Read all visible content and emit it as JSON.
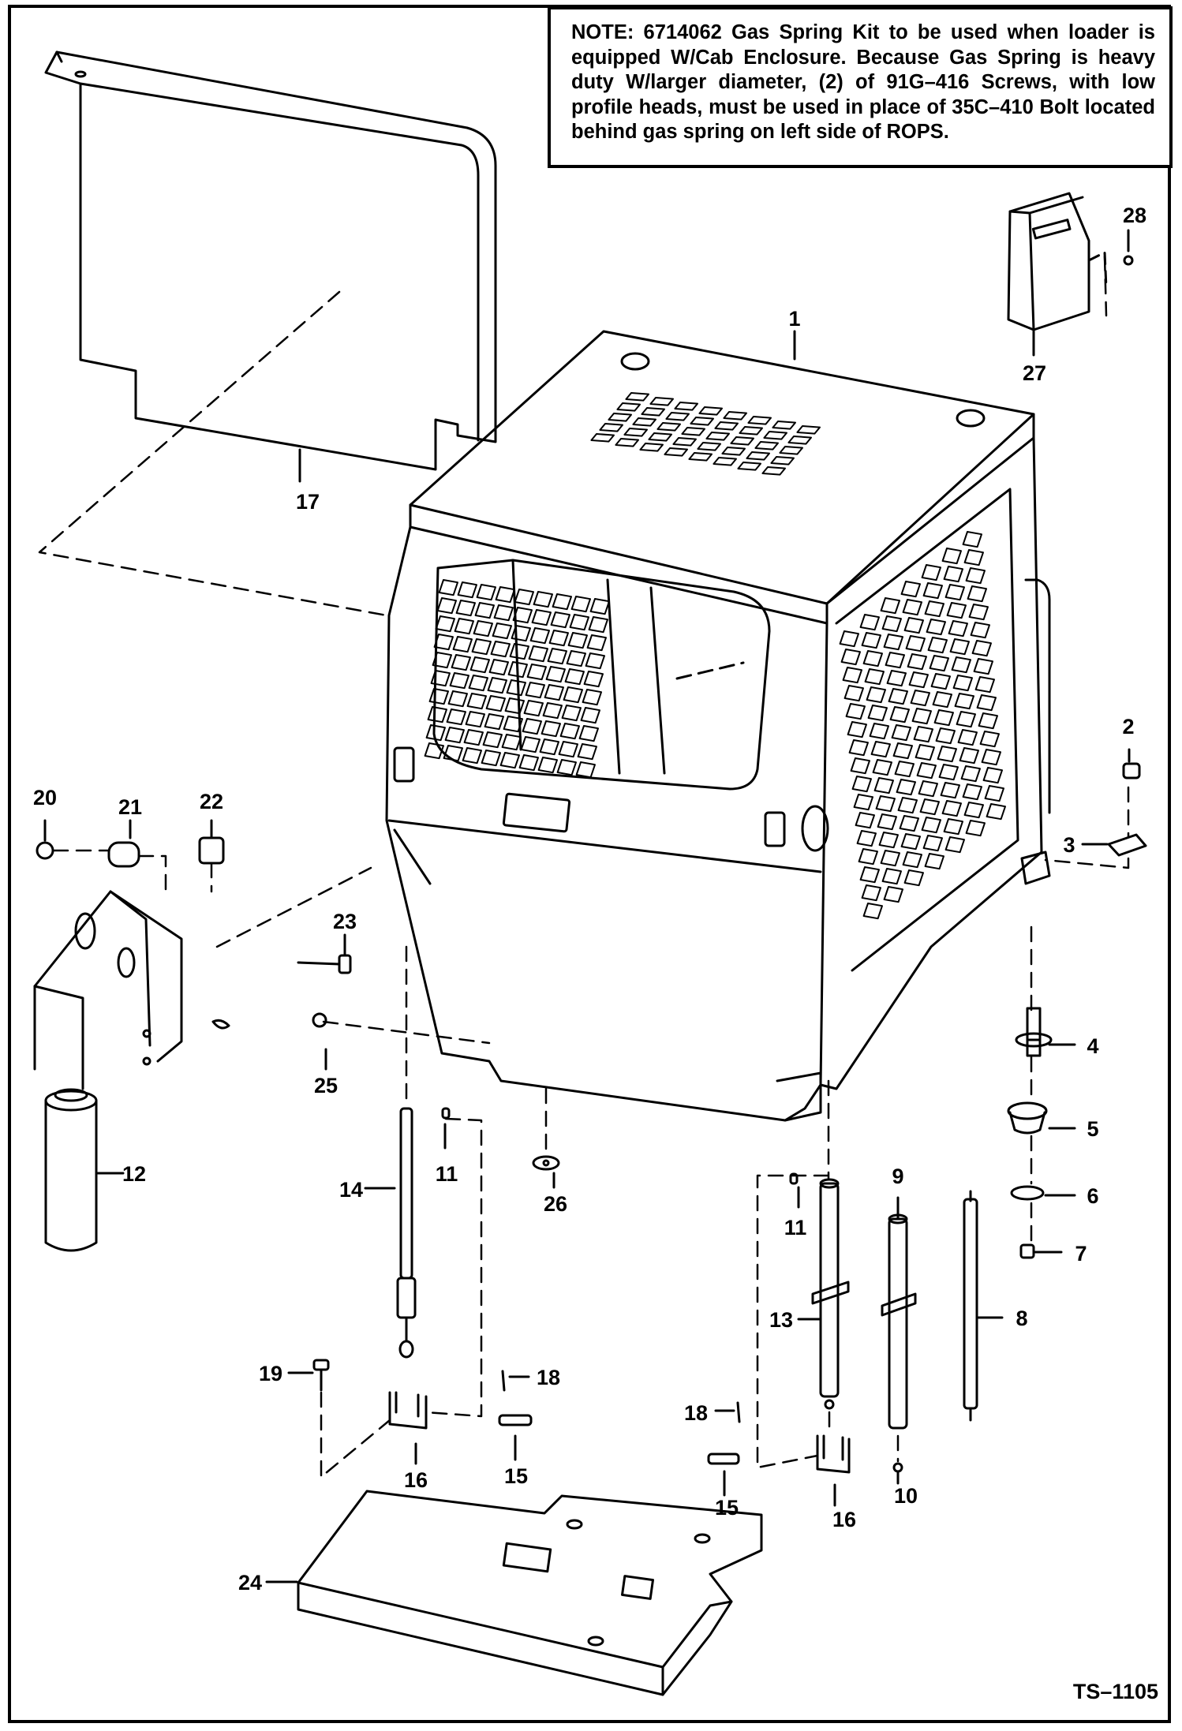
{
  "note": {
    "label": "NOTE:",
    "text": " 6714062 Gas Spring Kit to be used when loader is equipped W/Cab Enclosure. Because Gas Spring is heavy duty W/larger diameter, (2) of 91G–416 Screws, with low profile heads, must be used in place of 35C–410 Bolt located behind gas spring on left side of ROPS."
  },
  "drawing_id": "TS–1105",
  "callouts": [
    {
      "id": "c1",
      "label": "1"
    },
    {
      "id": "c2",
      "label": "2"
    },
    {
      "id": "c3",
      "label": "3"
    },
    {
      "id": "c4",
      "label": "4"
    },
    {
      "id": "c5",
      "label": "5"
    },
    {
      "id": "c6",
      "label": "6"
    },
    {
      "id": "c7",
      "label": "7"
    },
    {
      "id": "c8",
      "label": "8"
    },
    {
      "id": "c9",
      "label": "9"
    },
    {
      "id": "c10",
      "label": "10"
    },
    {
      "id": "c11a",
      "label": "11"
    },
    {
      "id": "c11b",
      "label": "11"
    },
    {
      "id": "c12",
      "label": "12"
    },
    {
      "id": "c13",
      "label": "13"
    },
    {
      "id": "c14",
      "label": "14"
    },
    {
      "id": "c15a",
      "label": "15"
    },
    {
      "id": "c15b",
      "label": "15"
    },
    {
      "id": "c16a",
      "label": "16"
    },
    {
      "id": "c16b",
      "label": "16"
    },
    {
      "id": "c17",
      "label": "17"
    },
    {
      "id": "c18a",
      "label": "18"
    },
    {
      "id": "c18b",
      "label": "18"
    },
    {
      "id": "c19",
      "label": "19"
    },
    {
      "id": "c20",
      "label": "20"
    },
    {
      "id": "c21",
      "label": "21"
    },
    {
      "id": "c22",
      "label": "22"
    },
    {
      "id": "c23",
      "label": "23"
    },
    {
      "id": "c24",
      "label": "24"
    },
    {
      "id": "c25",
      "label": "25"
    },
    {
      "id": "c26",
      "label": "26"
    },
    {
      "id": "c27",
      "label": "27"
    },
    {
      "id": "c28",
      "label": "28"
    }
  ]
}
